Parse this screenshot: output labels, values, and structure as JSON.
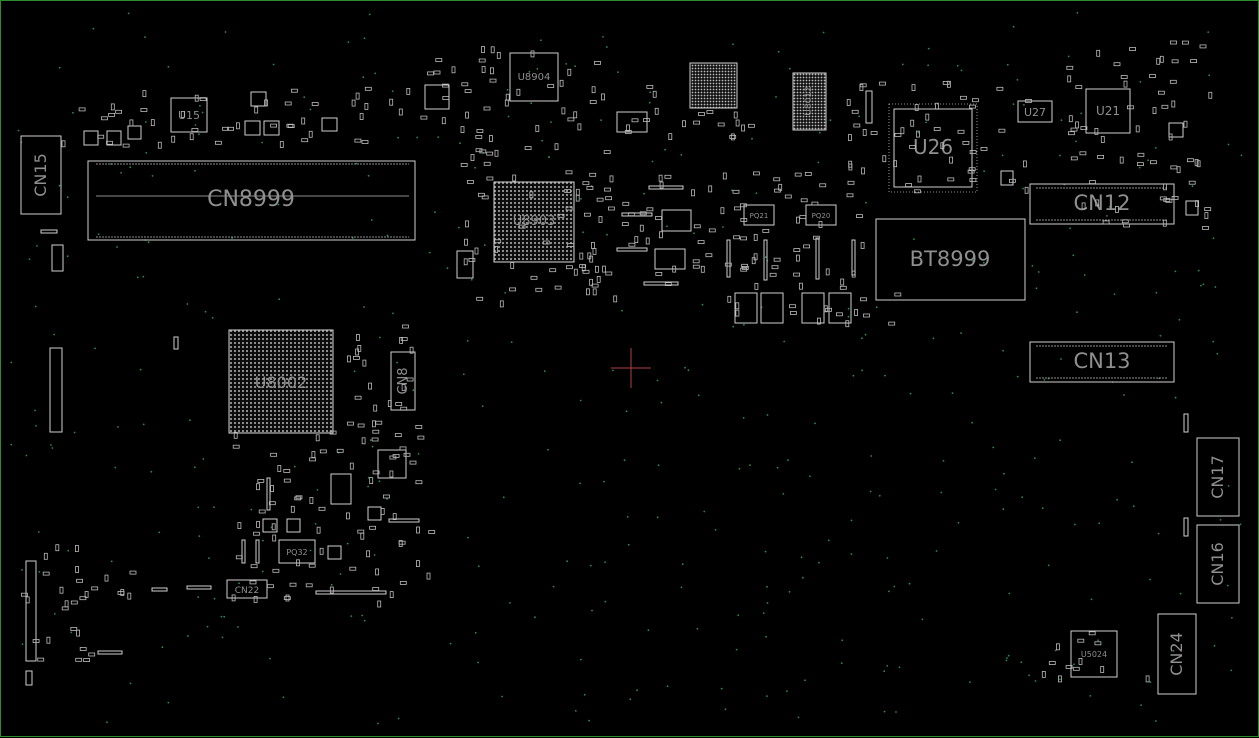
{
  "board": {
    "border_color": "#2e8b2e",
    "background": "#000000",
    "outline_color": "#cfcfcf",
    "label_color": "#8f8f8f"
  },
  "labels": {
    "cn15": "CN15",
    "cn8999": "CN8999",
    "u15": "U15",
    "u8904": "U8904",
    "u8903": "U8903",
    "u8012": "U8012",
    "u26": "U26",
    "u27": "U27",
    "u21": "U21",
    "cn12": "CN12",
    "bt8999": "BT8999",
    "cn13": "CN13",
    "u8002": "U8002",
    "cn8": "CN8",
    "pq32": "PQ32",
    "cn22": "CN22",
    "cn17": "CN17",
    "cn16": "CN16",
    "cn24": "CN24",
    "u5024": "U5024",
    "pq21": "PQ21",
    "pq20": "PQ20"
  }
}
